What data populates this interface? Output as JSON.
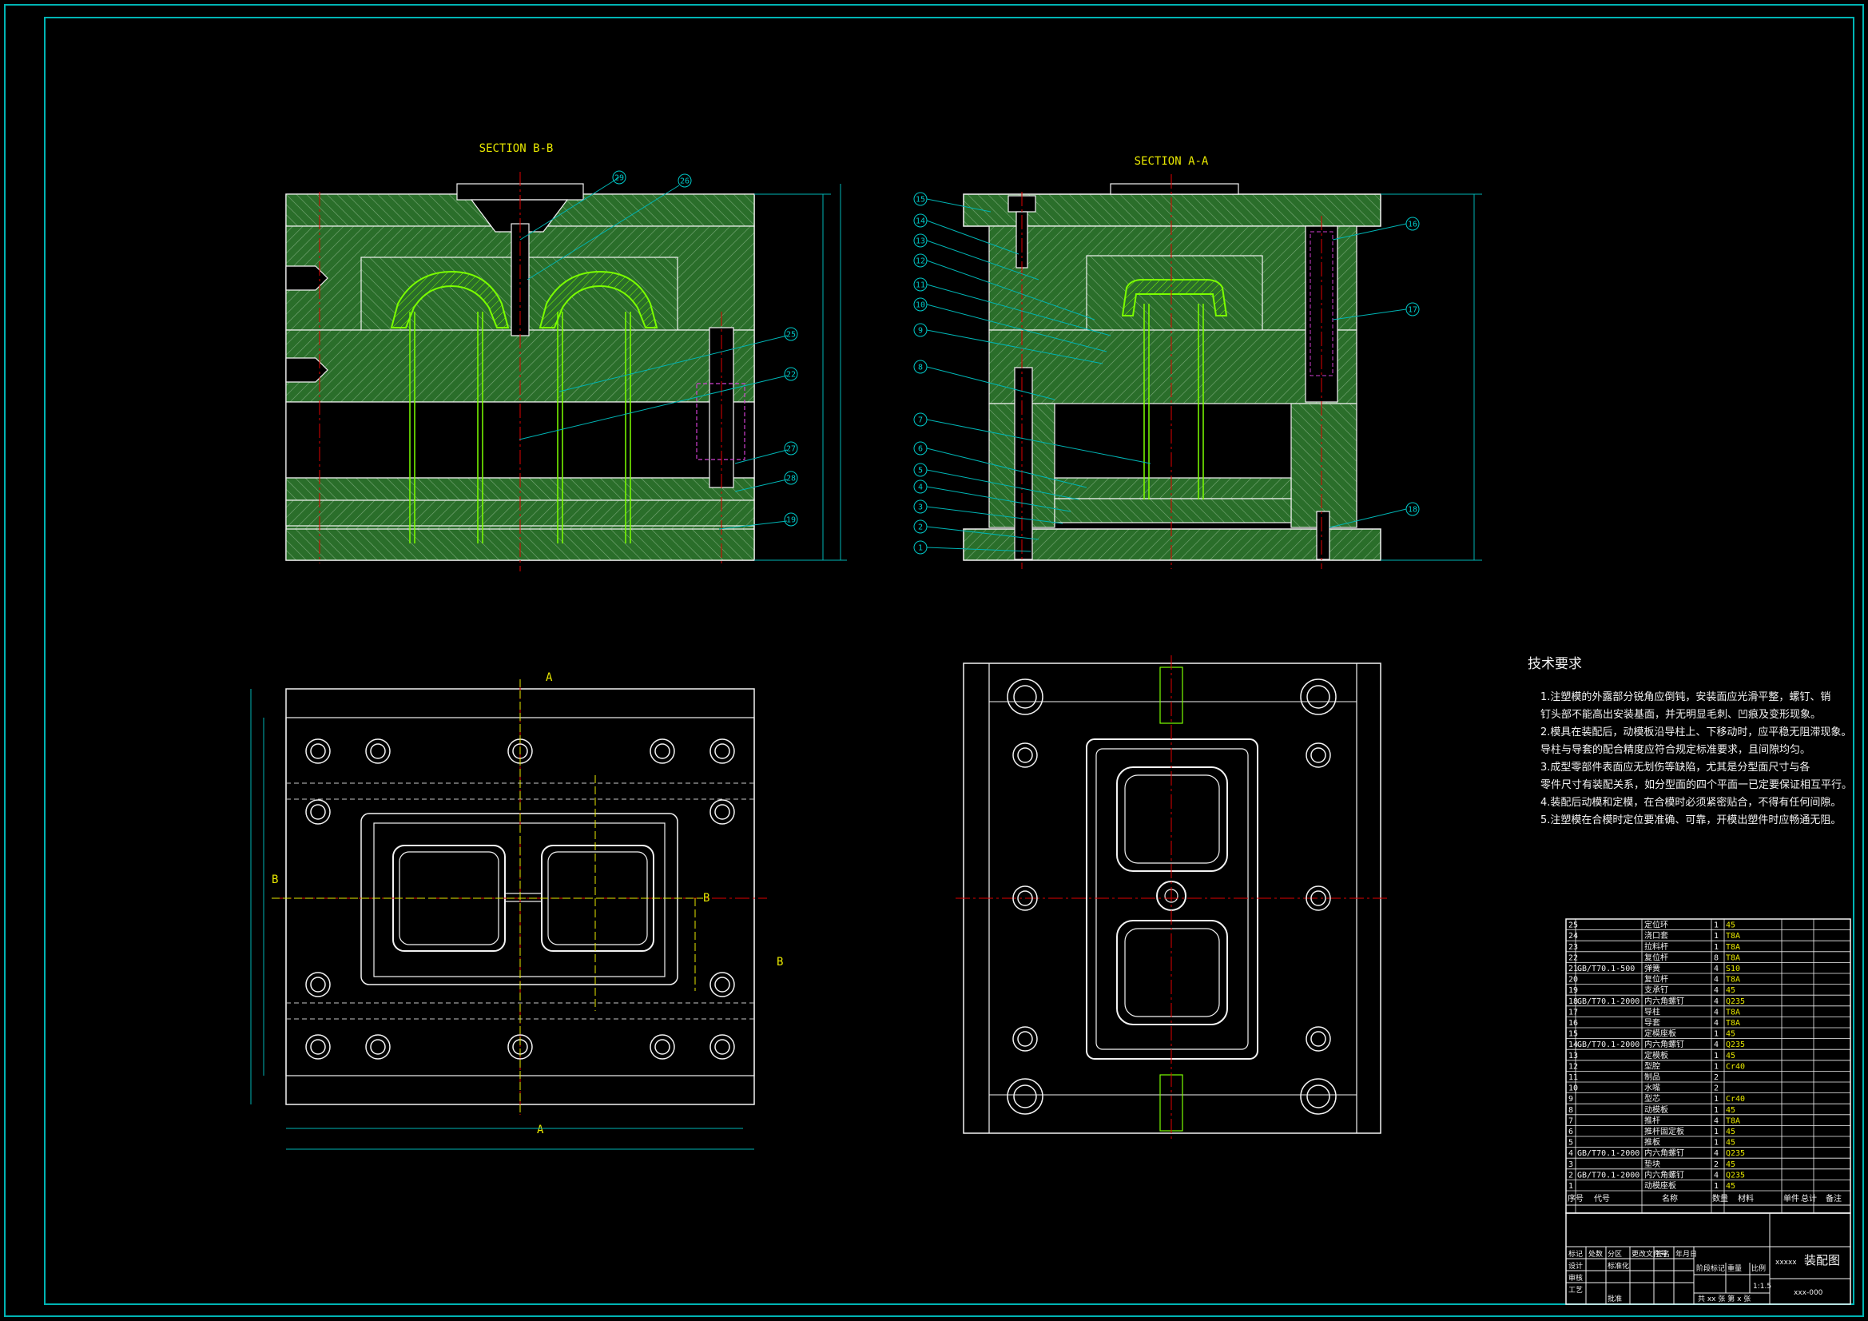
{
  "views": {
    "section_bb_title": "SECTION B-B",
    "section_aa_title": "SECTION A-A"
  },
  "balloons_bb": [
    "29",
    "26",
    "25",
    "22",
    "27",
    "28",
    "19"
  ],
  "balloons_aa_left": [
    "15",
    "14",
    "13",
    "12",
    "11",
    "10",
    "9",
    "8",
    "7",
    "6",
    "5",
    "4",
    "3",
    "2",
    "1"
  ],
  "balloons_aa_right": [
    "16",
    "17",
    "18"
  ],
  "section_markers": {
    "a": "A",
    "b": "B"
  },
  "tech_requirements": {
    "title": "技术要求",
    "lines": [
      "1.注塑模的外露部分锐角应倒钝，安装面应光滑平整，螺钉、销",
      "  钉头部不能高出安装基面，并无明显毛刺、凹痕及变形现象。",
      "2.模具在装配后，动模板沿导柱上、下移动时，应平稳无阻滞现象。",
      "  导柱与导套的配合精度应符合规定标准要求，且间隙均匀。",
      "3.成型零部件表面应无划伤等缺陷，尤其是分型面尺寸与各",
      "  零件尺寸有装配关系，如分型面的四个平面一已定要保证相互平行。",
      "4.装配后动模和定模，在合模时必须紧密贴合，不得有任何间隙。",
      "5.注塑模在合模时定位要准确、可靠，开模出塑件时应畅通无阻。"
    ]
  },
  "bom": [
    {
      "no": "25",
      "code": "",
      "name": "定位环",
      "qty": "1",
      "mat": "45",
      "note": ""
    },
    {
      "no": "24",
      "code": "",
      "name": "浇口套",
      "qty": "1",
      "mat": "T8A",
      "note": ""
    },
    {
      "no": "23",
      "code": "",
      "name": "拉料杆",
      "qty": "1",
      "mat": "T8A",
      "note": ""
    },
    {
      "no": "22",
      "code": "",
      "name": "复位杆",
      "qty": "8",
      "mat": "T8A",
      "note": ""
    },
    {
      "no": "21",
      "code": "GB/T70.1-500",
      "name": "弹簧",
      "qty": "4",
      "mat": "S10",
      "note": ""
    },
    {
      "no": "20",
      "code": "",
      "name": "复位杆",
      "qty": "4",
      "mat": "T8A",
      "note": ""
    },
    {
      "no": "19",
      "code": "",
      "name": "支承钉",
      "qty": "4",
      "mat": "45",
      "note": ""
    },
    {
      "no": "18",
      "code": "GB/T70.1-2000",
      "name": "内六角螺钉",
      "qty": "4",
      "mat": "Q235",
      "note": ""
    },
    {
      "no": "17",
      "code": "",
      "name": "导柱",
      "qty": "4",
      "mat": "T8A",
      "note": ""
    },
    {
      "no": "16",
      "code": "",
      "name": "导套",
      "qty": "4",
      "mat": "T8A",
      "note": ""
    },
    {
      "no": "15",
      "code": "",
      "name": "定模座板",
      "qty": "1",
      "mat": "45",
      "note": ""
    },
    {
      "no": "14",
      "code": "GB/T70.1-2000",
      "name": "内六角螺钉",
      "qty": "4",
      "mat": "Q235",
      "note": ""
    },
    {
      "no": "13",
      "code": "",
      "name": "定模板",
      "qty": "1",
      "mat": "45",
      "note": ""
    },
    {
      "no": "12",
      "code": "",
      "name": "型腔",
      "qty": "1",
      "mat": "Cr40",
      "note": ""
    },
    {
      "no": "11",
      "code": "",
      "name": "制品",
      "qty": "2",
      "mat": "",
      "note": ""
    },
    {
      "no": "10",
      "code": "",
      "name": "水嘴",
      "qty": "2",
      "mat": "",
      "note": ""
    },
    {
      "no": "9",
      "code": "",
      "name": "型芯",
      "qty": "1",
      "mat": "Cr40",
      "note": ""
    },
    {
      "no": "8",
      "code": "",
      "name": "动模板",
      "qty": "1",
      "mat": "45",
      "note": ""
    },
    {
      "no": "7",
      "code": "",
      "name": "推杆",
      "qty": "4",
      "mat": "T8A",
      "note": ""
    },
    {
      "no": "6",
      "code": "",
      "name": "推杆固定板",
      "qty": "1",
      "mat": "45",
      "note": ""
    },
    {
      "no": "5",
      "code": "",
      "name": "推板",
      "qty": "1",
      "mat": "45",
      "note": ""
    },
    {
      "no": "4",
      "code": "GB/T70.1-2000",
      "name": "内六角螺钉",
      "qty": "4",
      "mat": "Q235",
      "note": ""
    },
    {
      "no": "3",
      "code": "",
      "name": "垫块",
      "qty": "2",
      "mat": "45",
      "note": ""
    },
    {
      "no": "2",
      "code": "GB/T70.1-2000",
      "name": "内六角螺钉",
      "qty": "4",
      "mat": "Q235",
      "note": ""
    },
    {
      "no": "1",
      "code": "",
      "name": "动模座板",
      "qty": "1",
      "mat": "45",
      "note": ""
    }
  ],
  "bom_header": [
    "序号",
    "代号",
    "名称",
    "数量",
    "材料",
    "单件",
    "总计",
    "备注"
  ],
  "title_block": {
    "drawing_name": "装配图",
    "company": "xxxxx",
    "drawing_no": "xxx-000",
    "scale": "1:1.5",
    "sheets": "共 xx 张  第 x 张",
    "labels": [
      "标记",
      "处数",
      "分区",
      "更改文件号",
      "签名",
      "年月日",
      "设计",
      "标准化",
      "阶段标记",
      "重量",
      "比例",
      "审核",
      "工艺",
      "批准"
    ]
  },
  "colors": {
    "frame": "#00b4b4",
    "outline": "#f2f2f2",
    "plate": "#2a6e2a",
    "hatch": "#6ea06e",
    "part": "#7cff00",
    "centerline": "#e00000",
    "yellow": "#e8e800",
    "magenta": "#d040d0"
  }
}
